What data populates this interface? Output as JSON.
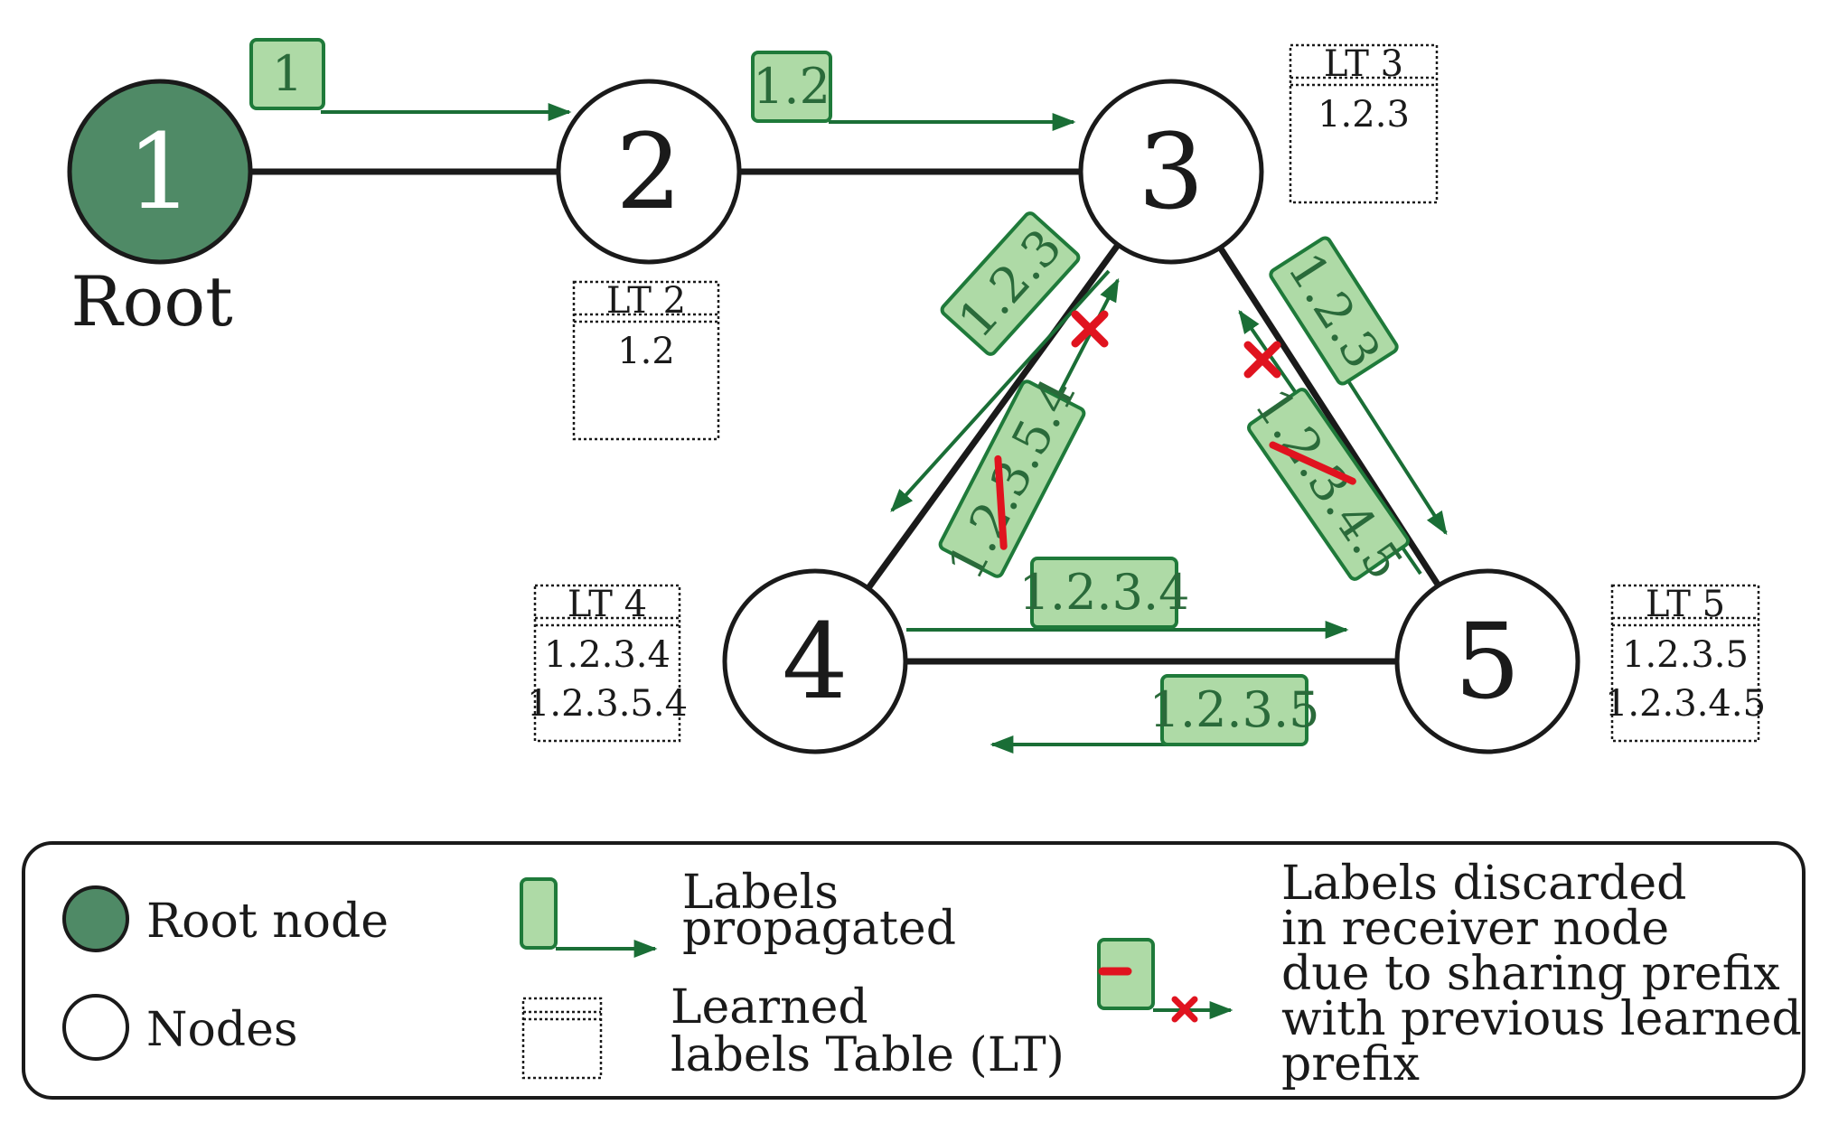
{
  "colors": {
    "root_fill": "#4f8a66",
    "label_fill": "#aedaa6",
    "label_stroke": "#1f7a3a",
    "arrow": "#1a6e36",
    "edge": "#1a1a1a",
    "discard": "#e0131f"
  },
  "nodes": [
    {
      "id": "1",
      "label": "1",
      "caption": "Root"
    },
    {
      "id": "2",
      "label": "2"
    },
    {
      "id": "3",
      "label": "3"
    },
    {
      "id": "4",
      "label": "4"
    },
    {
      "id": "5",
      "label": "5"
    }
  ],
  "edges": [
    {
      "from": "1",
      "to": "2"
    },
    {
      "from": "2",
      "to": "3"
    },
    {
      "from": "3",
      "to": "4"
    },
    {
      "from": "3",
      "to": "5"
    },
    {
      "from": "4",
      "to": "5"
    }
  ],
  "propagated_labels": [
    {
      "from": "1",
      "to": "2",
      "text": "1",
      "discarded": false
    },
    {
      "from": "2",
      "to": "3",
      "text": "1.2",
      "discarded": false
    },
    {
      "from": "3",
      "to": "4",
      "text": "1.2.3",
      "discarded": false
    },
    {
      "from": "3",
      "to": "5",
      "text": "1.2.3",
      "discarded": false
    },
    {
      "from": "4",
      "to": "3",
      "text": "1.2.3.5.4",
      "discarded": true
    },
    {
      "from": "5",
      "to": "3",
      "text": "1.2.3.4.5",
      "discarded": true
    },
    {
      "from": "4",
      "to": "5",
      "text": "1.2.3.4",
      "discarded": false
    },
    {
      "from": "5",
      "to": "4",
      "text": "1.2.3.5",
      "discarded": false
    }
  ],
  "learned_tables": [
    {
      "node": "2",
      "title": "LT 2",
      "entries": [
        "1.2"
      ]
    },
    {
      "node": "3",
      "title": "LT 3",
      "entries": [
        "1.2.3"
      ]
    },
    {
      "node": "4",
      "title": "LT 4",
      "entries": [
        "1.2.3.4",
        "1.2.3.5.4"
      ]
    },
    {
      "node": "5",
      "title": "LT 5",
      "entries": [
        "1.2.3.5",
        "1.2.3.4.5"
      ]
    }
  ],
  "legend": {
    "root_node": "Root node",
    "nodes": "Nodes",
    "labels_propagated": [
      "Labels",
      "propagated"
    ],
    "learned_table": [
      "Learned",
      "labels Table (LT)"
    ],
    "discarded": [
      "Labels discarded",
      "in receiver node",
      "due to sharing prefix",
      "with previous learned",
      "prefix"
    ]
  }
}
